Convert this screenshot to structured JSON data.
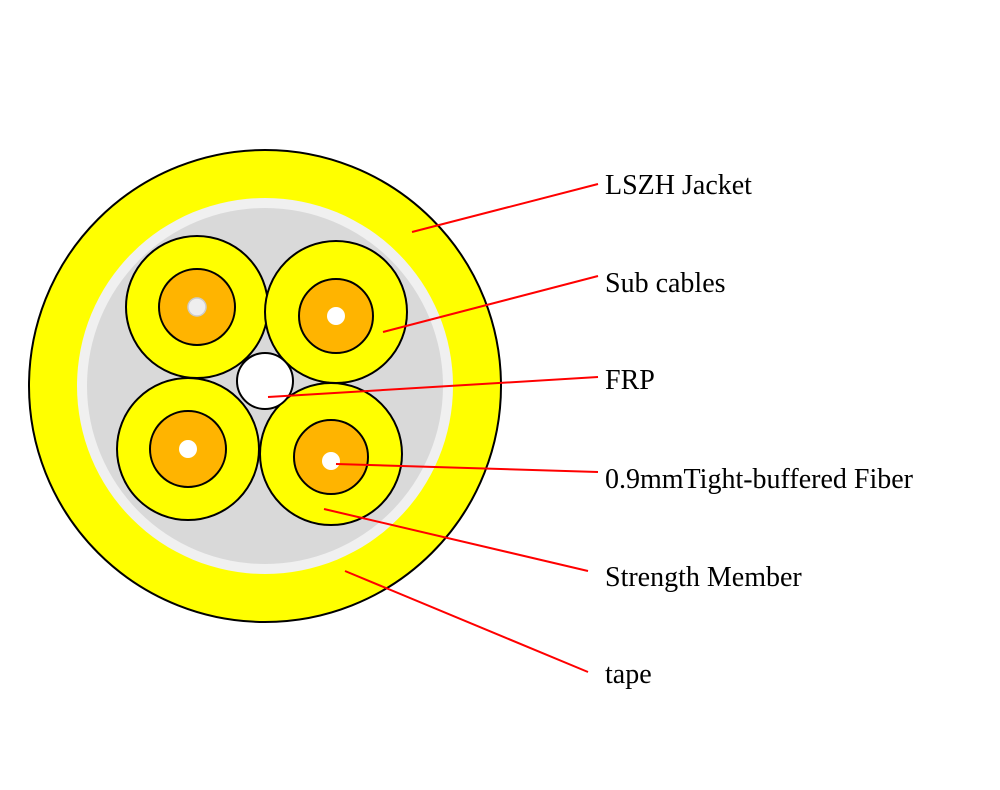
{
  "labels": {
    "jacket": "LSZH Jacket",
    "sub_cables": "Sub cables",
    "frp": "FRP",
    "fiber": "0.9mmTight-buffered Fiber",
    "strength_member": "Strength Member",
    "tape": "tape"
  },
  "colors": {
    "jacket": "#ffff00",
    "tape": "#f0f0f0",
    "strength_member": "#d9d9d9",
    "sub_cable_jacket": "#ffff00",
    "buffer": "#ffb400",
    "fiber_core": "#ffffff",
    "frp": "#ffffff",
    "leader_line": "#ff0000",
    "outline": "#000000"
  }
}
